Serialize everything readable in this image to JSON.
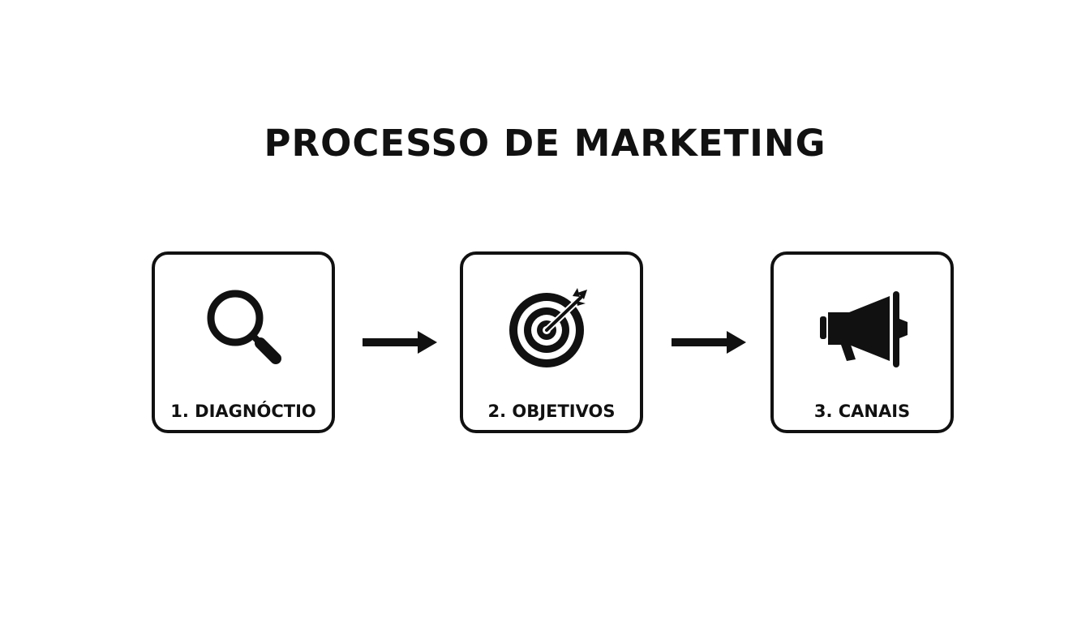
{
  "diagram": {
    "title": "PROCESSO DE MARKETING",
    "steps": [
      {
        "label": "1. DIAGNÓCTIO",
        "icon": "magnifying-glass-icon"
      },
      {
        "label": "2. OBJETIVOS",
        "icon": "target-arrow-icon"
      },
      {
        "label": "3. CANAIS",
        "icon": "megaphone-icon"
      }
    ],
    "connector_icon": "right-arrow-icon",
    "colors": {
      "ink": "#111111",
      "background": "#ffffff"
    }
  }
}
